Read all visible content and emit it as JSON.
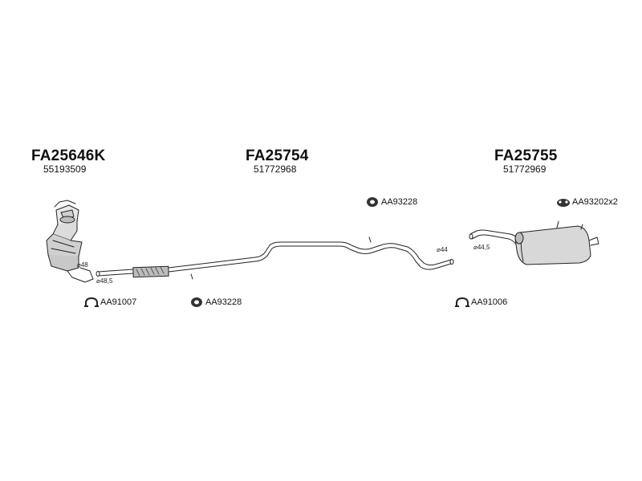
{
  "parts": [
    {
      "code": "FA25646K",
      "oem": "55193509"
    },
    {
      "code": "FA25754",
      "oem": "51772968"
    },
    {
      "code": "FA25755",
      "oem": "51772969"
    }
  ],
  "accessories": {
    "mount_front": "AA91007",
    "hanger_mid": "AA93228",
    "hanger_top": "AA93228",
    "clamp_rear": "AA91006",
    "hanger_rear": "AA93202x2"
  },
  "dimensions": {
    "cat_outlet": "⌀48",
    "mid_inlet": "⌀48,5",
    "mid_outlet": "⌀44",
    "rear_inlet": "⌀44,5"
  }
}
